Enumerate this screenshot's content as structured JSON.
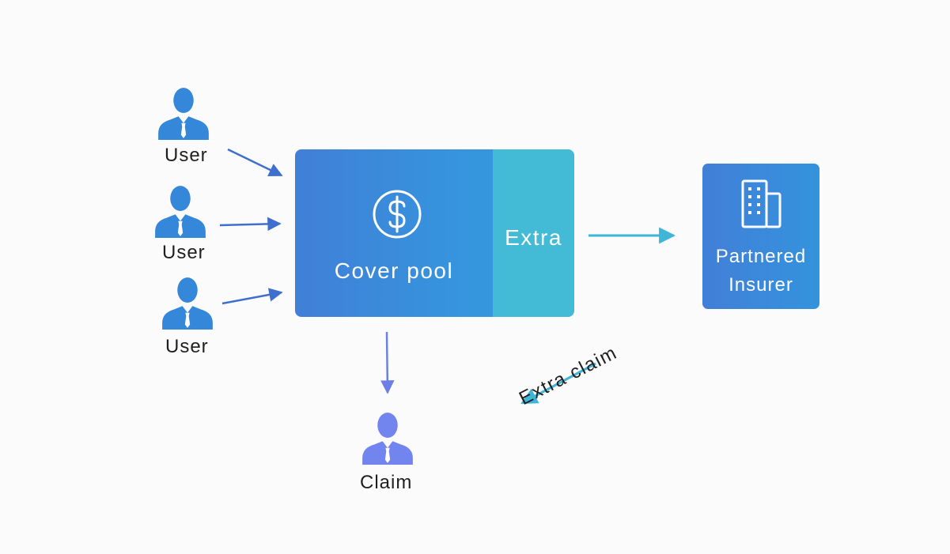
{
  "users": [
    {
      "label": "User"
    },
    {
      "label": "User"
    },
    {
      "label": "User"
    }
  ],
  "pool": {
    "label": "Cover pool",
    "extra_label": "Extra",
    "icon": "dollar-circle-icon"
  },
  "insurer": {
    "line1": "Partnered",
    "line2": "Insurer",
    "icon": "building-icon"
  },
  "claim": {
    "label": "Claim"
  },
  "extra_claim": {
    "label": "Extra claim"
  },
  "colors": {
    "user_blue": "#3487d9",
    "claim_purple": "#7285ef",
    "teal": "#43bad6",
    "arrow_blue": "#3f6fce",
    "arrow_teal": "#3fb6d8",
    "arrow_purple": "#6e7fe3"
  }
}
